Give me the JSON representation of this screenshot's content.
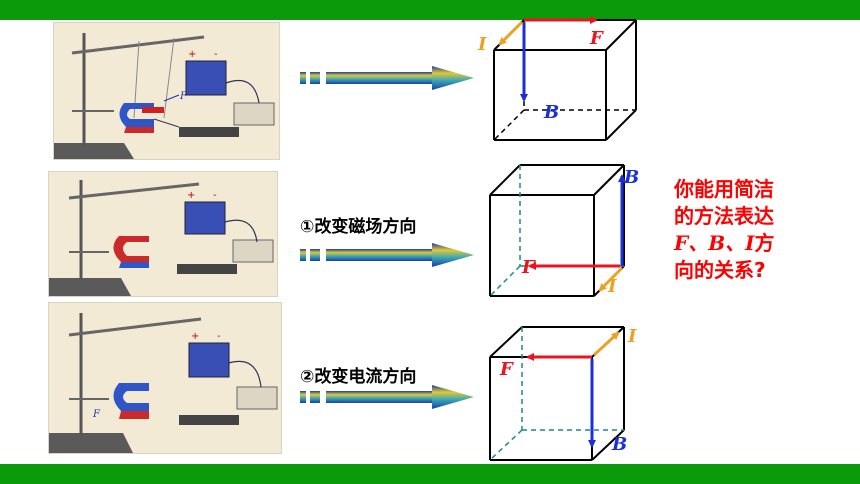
{
  "colors": {
    "bar": "#0a9a0a",
    "force": "#e8141e",
    "field": "#1b2fd6",
    "current": "#f0a020",
    "question": "#ff0000",
    "photo_bg": "#f4ecd8"
  },
  "captions": {
    "change_field": "①改变磁场方向",
    "change_current": "②改变电流方向"
  },
  "question": {
    "line1": "你能用简洁",
    "line2": "的方法表达",
    "vars": "F、B、I",
    "line3_tail": "方",
    "line4": "向的关系?"
  },
  "labels": {
    "force": "F",
    "field": "B",
    "current": "I"
  },
  "icons": {
    "arrow": "gradient-arrow-icon",
    "battery_sign_plus": "+",
    "battery_sign_minus": "-"
  }
}
